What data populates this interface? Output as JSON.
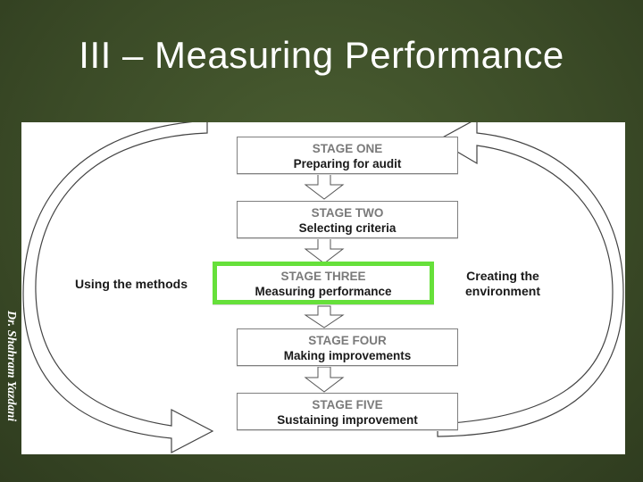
{
  "slide": {
    "title": "III – Measuring Performance",
    "author": "Dr. Shahram Yazdani"
  },
  "diagram": {
    "stages": [
      {
        "number": "STAGE ONE",
        "name": "Preparing for audit"
      },
      {
        "number": "STAGE TWO",
        "name": "Selecting criteria"
      },
      {
        "number": "STAGE THREE",
        "name": "Measuring performance"
      },
      {
        "number": "STAGE FOUR",
        "name": "Making improvements"
      },
      {
        "number": "STAGE FIVE",
        "name": "Sustaining improvement"
      }
    ],
    "highlighted_stage": "STAGE THREE",
    "left_label": "Using the methods",
    "right_label_line1": "Creating the",
    "right_label_line2": "environment",
    "highlight_color": "#66e03a"
  }
}
